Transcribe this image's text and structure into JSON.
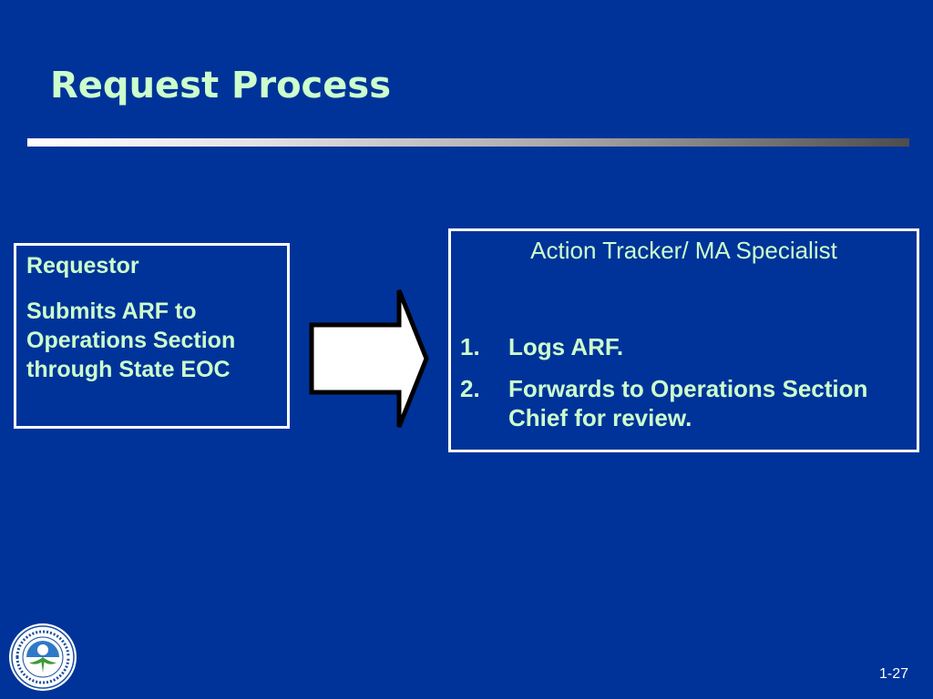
{
  "slide": {
    "title": "Request Process",
    "page_number": "1-27"
  },
  "requestor_box": {
    "heading": "Requestor",
    "body": "Submits ARF to Operations Section through State EOC"
  },
  "tracker_box": {
    "heading": "Action Tracker/ MA Specialist",
    "steps": [
      {
        "number": "1.",
        "text": "Logs ARF."
      },
      {
        "number": "2.",
        "text": "Forwards to Operations Section Chief for review."
      }
    ]
  },
  "logo": {
    "icon": "epa-seal-icon",
    "text": "UNITED STATES ENVIRONMENTAL PROTECTION AGENCY"
  },
  "colors": {
    "background": "#003399",
    "title": "#ccffcc",
    "box_text": "#ccffcc",
    "border": "#ffffff"
  }
}
